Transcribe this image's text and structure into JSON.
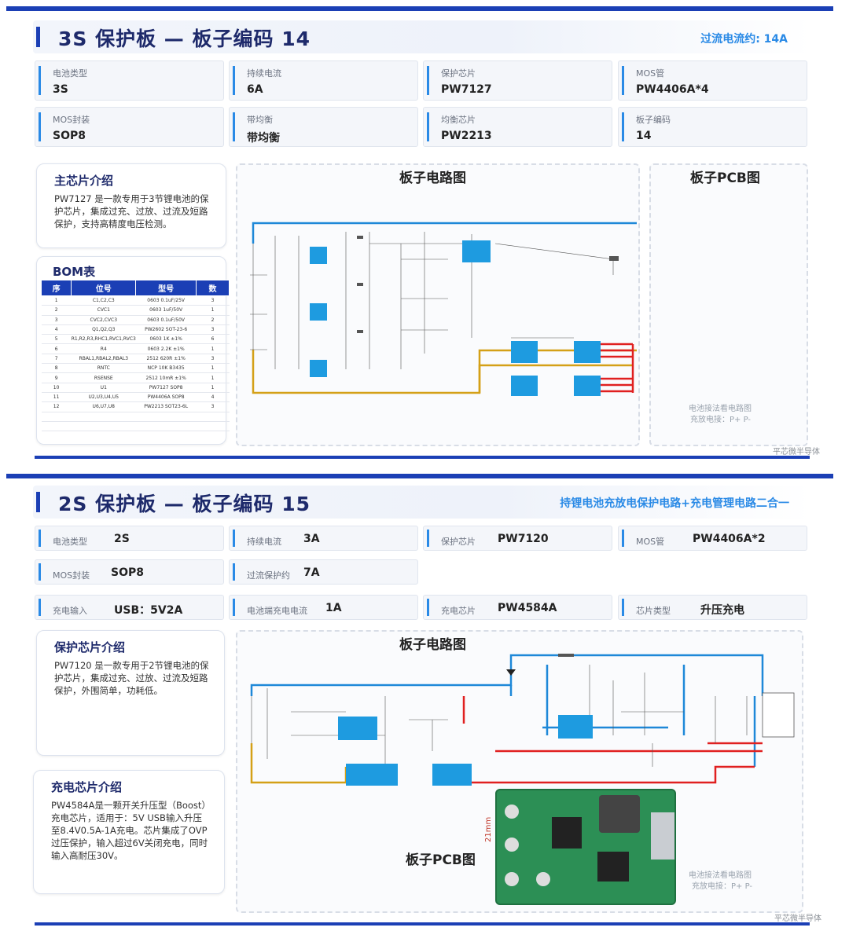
{
  "section1": {
    "title": "3S 保护板 — 板子编码 14",
    "overcurrent": "过流电流约: 14A",
    "specs": [
      {
        "label": "电池类型",
        "value": "3S"
      },
      {
        "label": "持续电流",
        "value": "6A"
      },
      {
        "label": "保护芯片",
        "value": "PW7127"
      },
      {
        "label": "MOS管",
        "value": "PW4406A*4"
      },
      {
        "label": "MOS封装",
        "value": "SOP8"
      },
      {
        "label": "带均衡",
        "value": "带均衡"
      },
      {
        "label": "均衡芯片",
        "value": "PW2213"
      },
      {
        "label": "板子编码",
        "value": "14"
      }
    ],
    "chip_intro_title": "主芯片介绍",
    "chip_intro_text": "PW7127 是一款专用于3节锂电池的保护芯片，集成过充、过放、过流及短路保护，支持高精度电压检测。",
    "bom_title": "BOM表",
    "bom_headers": [
      "序",
      "位号",
      "型号",
      "数"
    ],
    "bom_rows": [
      [
        "1",
        "C1,C2,C3",
        "0603 0.1uF/25V",
        "3"
      ],
      [
        "2",
        "CVC1",
        "0603 1uF/50V",
        "1"
      ],
      [
        "3",
        "CVC2,CVC3",
        "0603 0.1uF/50V",
        "2"
      ],
      [
        "4",
        "Q1,Q2,Q3",
        "PW2602 SOT-23-6",
        "3"
      ],
      [
        "5",
        "R1,R2,R3,RHC1,RVC1,RVC3",
        "0603 1K ±1%",
        "6"
      ],
      [
        "6",
        "R4",
        "0603 2.2K ±1%",
        "1"
      ],
      [
        "7",
        "RBAL1,RBAL2,RBAL3",
        "2512 620R ±1%",
        "3"
      ],
      [
        "8",
        "RNTC",
        "NCP 10K B3435",
        "1"
      ],
      [
        "9",
        "RSENSE",
        "2512 10mR ±1%",
        "1"
      ],
      [
        "10",
        "U1",
        "PW7127 SOP8",
        "1"
      ],
      [
        "11",
        "U2,U3,U4,U5",
        "PW4406A SOP8",
        "4"
      ],
      [
        "12",
        "U6,U7,U8",
        "PW2213 SOT23-6L",
        "3"
      ],
      [
        "",
        "",
        "",
        ""
      ],
      [
        "",
        "",
        "",
        ""
      ]
    ],
    "circuit_title": "板子电路图",
    "pcb_title": "板子PCB图",
    "note_line1": "电池接法看电路图",
    "note_line2": "充放电接：P+ P-",
    "watermark": "平芯微半导体"
  },
  "section2": {
    "title": "2S 保护板 — 板子编码 15",
    "subtitle": "持锂电池充放电保护电路+充电管理电路二合一",
    "specs_row1": [
      {
        "label": "电池类型",
        "value": "2S"
      },
      {
        "label": "持续电流",
        "value": "3A"
      },
      {
        "label": "保护芯片",
        "value": "PW7120"
      },
      {
        "label": "MOS管",
        "value": "PW4406A*2"
      }
    ],
    "specs_row2": [
      {
        "label": "MOS封装",
        "value": "SOP8"
      },
      {
        "label": "过流保护约",
        "value": "7A"
      }
    ],
    "specs_row3": [
      {
        "label": "充电输入",
        "value": "USB：5V2A"
      },
      {
        "label": "电池端充电电流",
        "value": "1A"
      },
      {
        "label": "充电芯片",
        "value": "PW4584A"
      },
      {
        "label": "芯片类型",
        "value": "升压充电"
      }
    ],
    "protect_title": "保护芯片介绍",
    "protect_text": "PW7120 是一款专用于2节锂电池的保护芯片，集成过充、过放、过流及短路保护，外围简单，功耗低。",
    "charge_title": "充电芯片介绍",
    "charge_text": "PW4584A是一颗开关升压型（Boost）充电芯片，适用于：5V USB输入升压至8.4V0.5A-1A充电。芯片集成了OVP过压保护，输入超过6V关闭充电，同时输入高耐压30V。",
    "circuit_title": "板子电路图",
    "pcb_title": "板子PCB图",
    "pcb_dim": "21mm",
    "note_line1": "电池接法看电路图",
    "note_line2": "充放电接：P+ P-",
    "watermark": "平芯微半导体"
  },
  "colors": {
    "brand": "#1b3fb5",
    "accent": "#2a8ae6",
    "chip": "#1e9be0",
    "wire_blue": "#1e88d8",
    "wire_red": "#e02020",
    "wire_gold": "#d4a017"
  }
}
